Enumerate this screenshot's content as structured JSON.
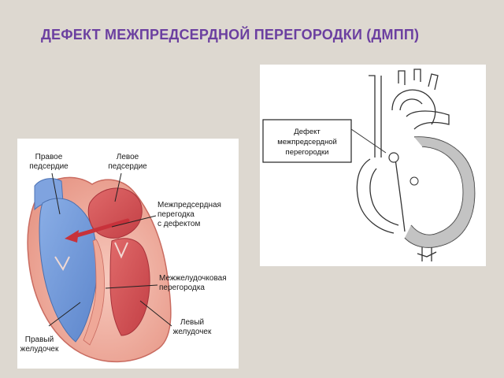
{
  "slide": {
    "title": "ДЕФЕКТ МЕЖПРЕДСЕРДНОЙ ПЕРЕГОРОДКИ (ДМПП)"
  },
  "heart_illustration": {
    "labels": {
      "right_atrium_1": "Правое",
      "right_atrium_2": "педсердие",
      "left_atrium_1": "Левое",
      "left_atrium_2": "педсердие",
      "atrial_septum_1": "Межпредсердная",
      "atrial_septum_2": "перегодка",
      "atrial_septum_3": "с дефектом",
      "ventricular_septum_1": "Межжелудочковая",
      "ventricular_septum_2": "перегородка",
      "left_ventricle_1": "Левый",
      "left_ventricle_2": "желудочек",
      "right_ventricle_1": "Правый",
      "right_ventricle_2": "желудочек"
    },
    "colors": {
      "oxygenated": "#d9545a",
      "deoxygenated": "#6f97d6",
      "muscle": "#f4b6a8"
    }
  },
  "schematic": {
    "label_1": "Дефект",
    "label_2": "межпредсердной",
    "label_3": "перегородки"
  }
}
